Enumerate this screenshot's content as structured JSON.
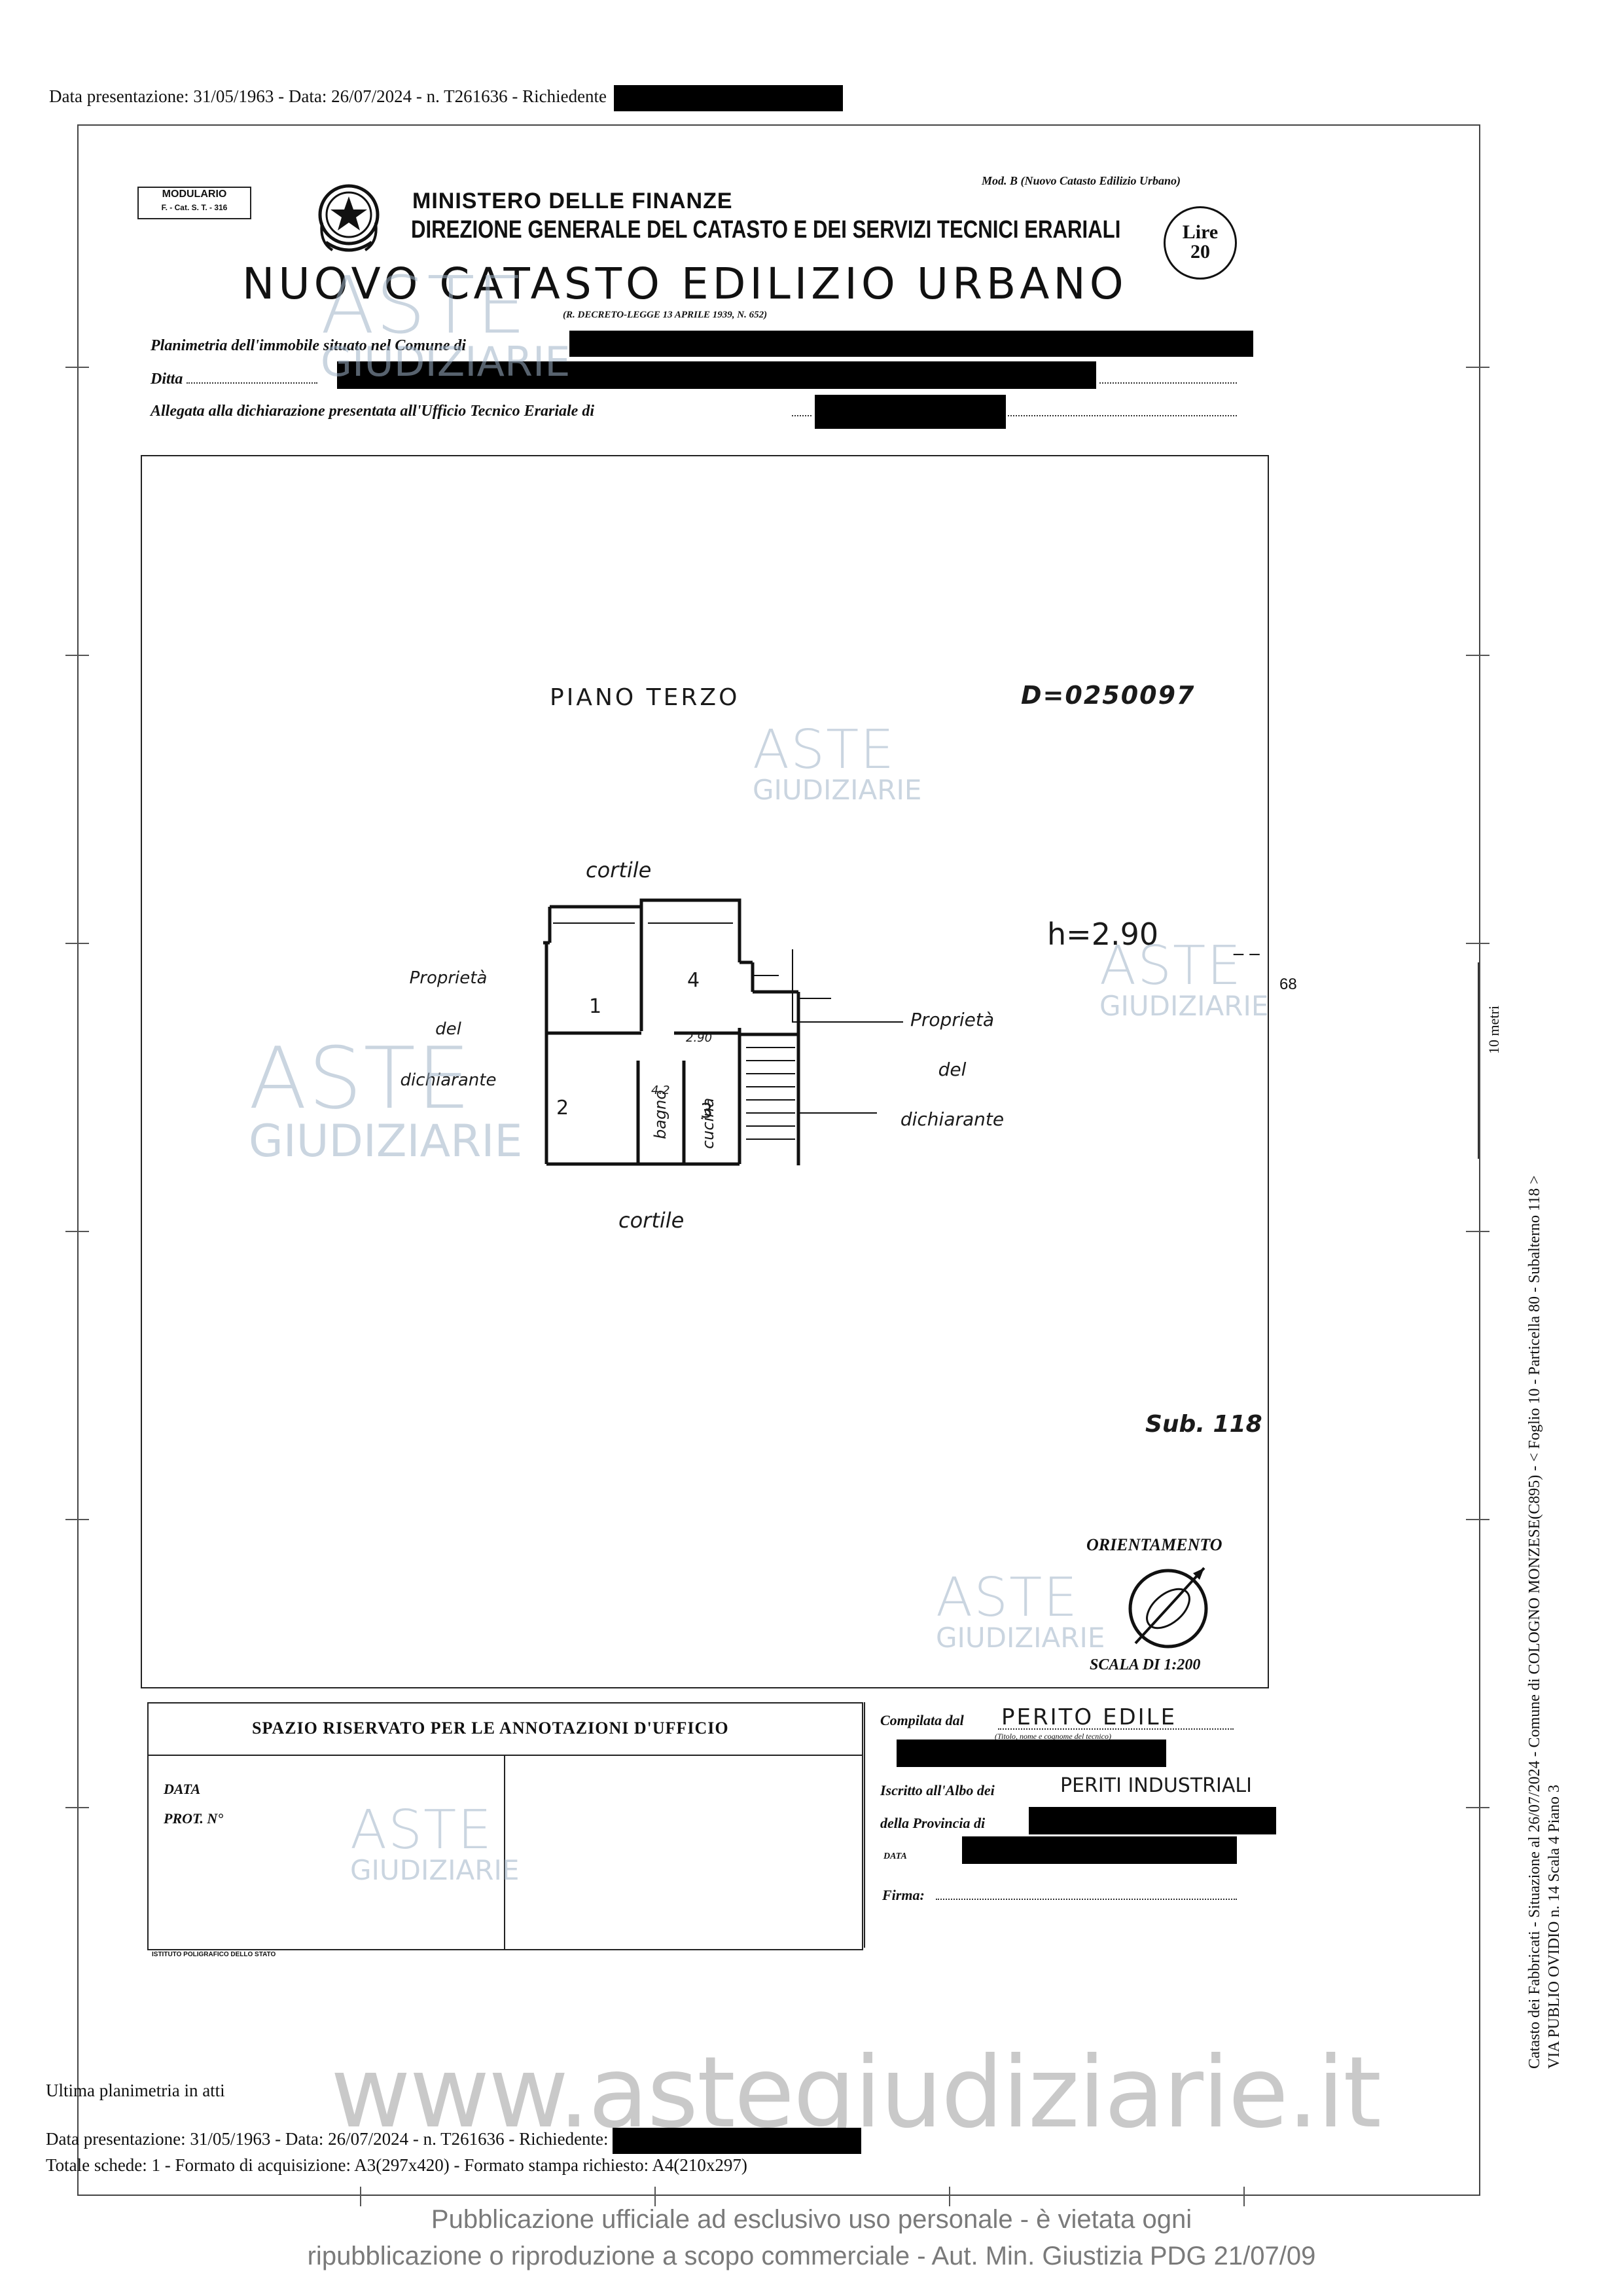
{
  "top_line": {
    "text": "Data presentazione: 31/05/1963 - Data: 26/07/2024 - n. T261636 - Richiedente"
  },
  "form": {
    "modulario": "MODULARIO",
    "modulario_code": "F. - Cat. S. T. - 316",
    "mod_b": "Mod. B (Nuovo Catasto Edilizio Urbano)",
    "ministry": "MINISTERO DELLE FINANZE",
    "direction": "DIREZIONE GENERALE DEL CATASTO E DEI SERVIZI TECNICI ERARIALI",
    "title": "NUOVO CATASTO EDILIZIO URBANO",
    "decree": "(R. DECRETO-LEGGE 13 APRILE 1939, N. 652)",
    "stamp": "Lire 20",
    "field_comune": "Planimetria dell'immobile situato nel Comune di",
    "field_ditta": "Ditta",
    "field_allegata": "Allegata alla dichiarazione presentata all'Ufficio Tecnico Erariale di"
  },
  "plan": {
    "floor": "PIANO TERZO",
    "code": "D=0250097",
    "height": "h=2.90",
    "cortile_top": "cortile",
    "cortile_bottom": "cortile",
    "left_label": [
      "Proprietà",
      "del",
      "dichiarante"
    ],
    "right_label": [
      "Proprietà",
      "del",
      "dichiarante"
    ],
    "room1": "1",
    "room2": "2",
    "room3": "3",
    "room4": "4",
    "bagno": "bagno",
    "cucina": "cucina",
    "small_label": "2.90",
    "small_label2": "4.2",
    "sub": "Sub. 118",
    "orient": "ORIENTAMENTO",
    "scale": "SCALA DI 1:200"
  },
  "annotations": {
    "header": "SPAZIO RISERVATO PER LE ANNOTAZIONI D'UFFICIO",
    "data": "DATA",
    "prot": "PROT. N°",
    "printer": "ISTITUTO POLIGRAFICO DELLO STATO",
    "compilata": "Compilata dal",
    "compilata_value": "PERITO EDILE",
    "compilata_sub": "(Titolo, nome e cognome del tecnico)",
    "iscritto": "Iscritto all'Albo dei",
    "iscritto_value": "PERITI INDUSTRIALI",
    "provincia": "della Provincia di",
    "data2": "DATA",
    "firma": "Firma:"
  },
  "side_text": {
    "line1": "Catasto dei Fabbricati - Situazione al 26/07/2024 - Comune di COLOGNO MONZESE(C895) - < Foglio 10 - Particella  80 - Subalterno 118 >",
    "line2": "VIA PUBLIO OVIDIO n. 14  Scala 4 Piano 3",
    "scale_note": "10 metri",
    "ref": "68"
  },
  "footer": {
    "ultima": "Ultima planimetria in atti",
    "line1": "Data presentazione: 31/05/1963 - Data: 26/07/2024 - n. T261636 - Richiedente:",
    "line2": "Totale schede: 1 - Formato di acquisizione: A3(297x420)  - Formato stampa richiesto: A4(210x297)",
    "pub1": "Pubblicazione ufficiale ad esclusivo uso personale - è vietata ogni",
    "pub2": "ripubblicazione o riproduzione a scopo commerciale - Aut. Min. Giustizia PDG 21/07/09"
  },
  "watermark": {
    "aste": "ASTE",
    "giudiziarie": "GIUDIZIARIE",
    "site": "www.astegiudiziarie.it"
  }
}
